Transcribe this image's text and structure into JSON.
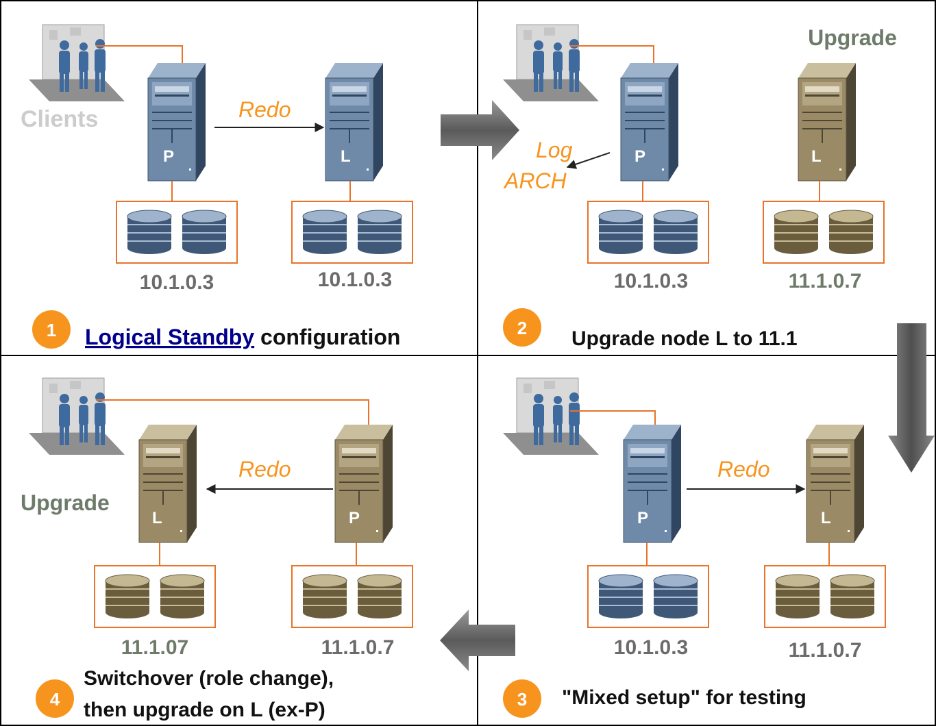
{
  "colors": {
    "orange": "#f7941d",
    "orange_line": "#e8732a",
    "blue_server": "#6f8aa8",
    "tan_server": "#9a8b66",
    "gray_label": "#6b6b6b",
    "olive_label": "#6e7b6a",
    "clients_label": "#cccccc",
    "link": "#00008b",
    "arrow_gray": "#6e6e6e"
  },
  "icons": [
    "clients-group-icon",
    "server-tower-icon",
    "database-disk-icon",
    "flow-arrow-icon"
  ],
  "panel1": {
    "clients_label": "Clients",
    "redo_label": "Redo",
    "server_left_label": "P",
    "server_right_label": "L",
    "version_left": "10.1.0.3",
    "version_right": "10.1.0.3",
    "step_number": "1",
    "caption_link": "Logical Standby",
    "caption_rest": " configuration"
  },
  "panel2": {
    "upgrade_label": "Upgrade",
    "log_arch_line1": "Log",
    "log_arch_line2": "ARCH",
    "server_left_label": "P",
    "server_right_label": "L",
    "version_left": "10.1.0.3",
    "version_right": "11.1.0.7",
    "step_number": "2",
    "caption": "Upgrade node L to 11.1"
  },
  "panel3": {
    "redo_label": "Redo",
    "server_left_label": "P",
    "server_right_label": "L",
    "version_left": "10.1.0.3",
    "version_right": "11.1.0.7",
    "step_number": "3",
    "caption": "\"Mixed setup\" for testing"
  },
  "panel4": {
    "upgrade_label": "Upgrade",
    "redo_label": "Redo",
    "server_left_label": "L",
    "server_right_label": "P",
    "version_left": "11.1.07",
    "version_right": "11.1.0.7",
    "step_number": "4",
    "caption_line1": "Switchover (role change),",
    "caption_line2": "then upgrade on L (ex-P)"
  }
}
